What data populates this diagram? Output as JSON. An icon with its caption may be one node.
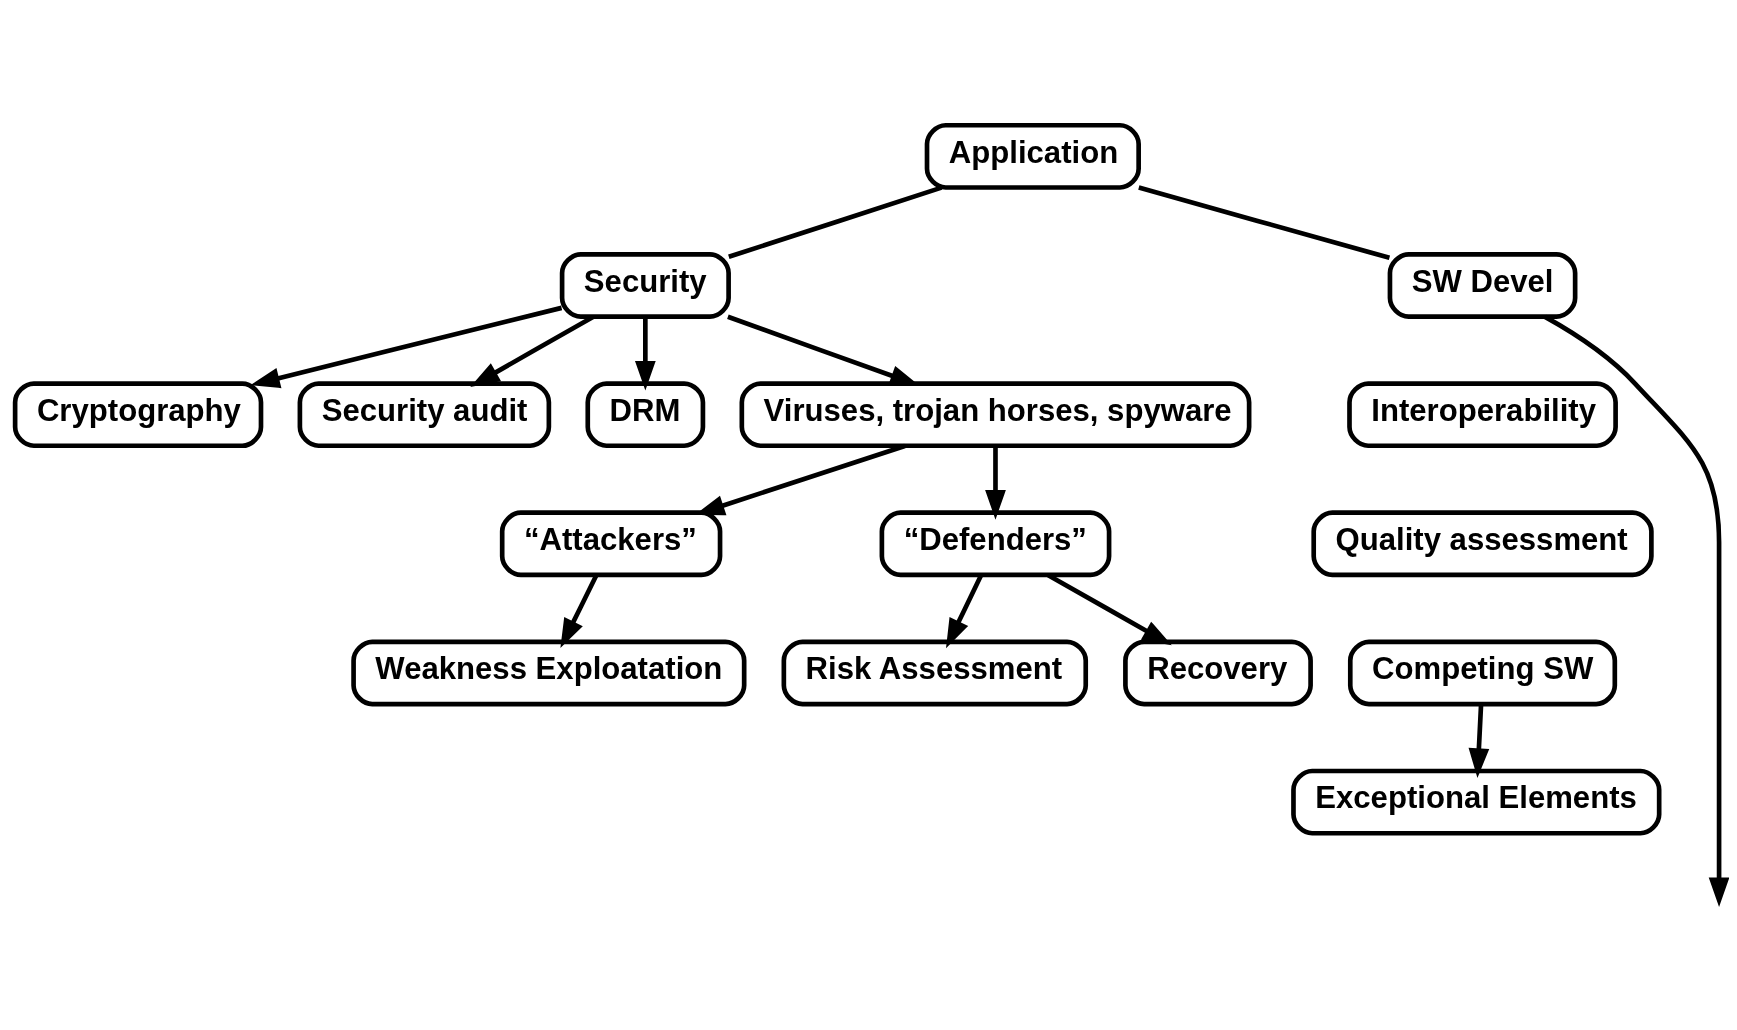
{
  "diagram": {
    "nodes": [
      {
        "text": [
          "Application"
        ]
      },
      {
        "text": [
          "Cryptography"
        ]
      },
      {
        "text": [
          "Security"
        ]
      },
      {
        "text": [
          "SW Devel"
        ]
      },
      {
        "text": [
          "Security audit"
        ]
      },
      {
        "text": [
          "Interoperability"
        ]
      },
      {
        "text": [
          "DRM"
        ]
      },
      {
        "text": [
          "Viruses, trojan horses, spyware"
        ]
      },
      {
        "text": [
          "Quality assessment"
        ]
      },
      {
        "text": [
          "“Attackers”"
        ]
      },
      {
        "text": [
          "“Defenders”"
        ]
      },
      {
        "text": [
          "Competing SW"
        ]
      },
      {
        "text": [
          "Weakness Exploatation"
        ]
      },
      {
        "text": [
          "Risk Assessment"
        ]
      },
      {
        "text": [
          "Recovery"
        ]
      },
      {
        "text": [
          "Exceptional Elements"
        ]
      }
    ],
    "edges": [
      {
        "from": 0,
        "to": 2,
        "arrow": "none"
      },
      {
        "from": 0,
        "to": 3,
        "arrow": "none"
      },
      {
        "from": 2,
        "to": 1,
        "arrow": "to"
      },
      {
        "from": 2,
        "to": 4,
        "arrow": "to"
      },
      {
        "from": 2,
        "to": 6,
        "arrow": "to"
      },
      {
        "from": 2,
        "to": 7,
        "arrow": "to"
      },
      {
        "from": 3,
        "to": null,
        "arrow": "to"
      },
      {
        "from": 7,
        "to": 9,
        "arrow": "to"
      },
      {
        "from": 7,
        "to": 10,
        "arrow": "to"
      },
      {
        "from": 9,
        "to": 12,
        "arrow": "to"
      },
      {
        "from": 10,
        "to": 13,
        "arrow": "to"
      },
      {
        "from": 10,
        "to": 14,
        "arrow": "to"
      },
      {
        "from": 11,
        "to": 15,
        "arrow": "to"
      }
    ]
  }
}
